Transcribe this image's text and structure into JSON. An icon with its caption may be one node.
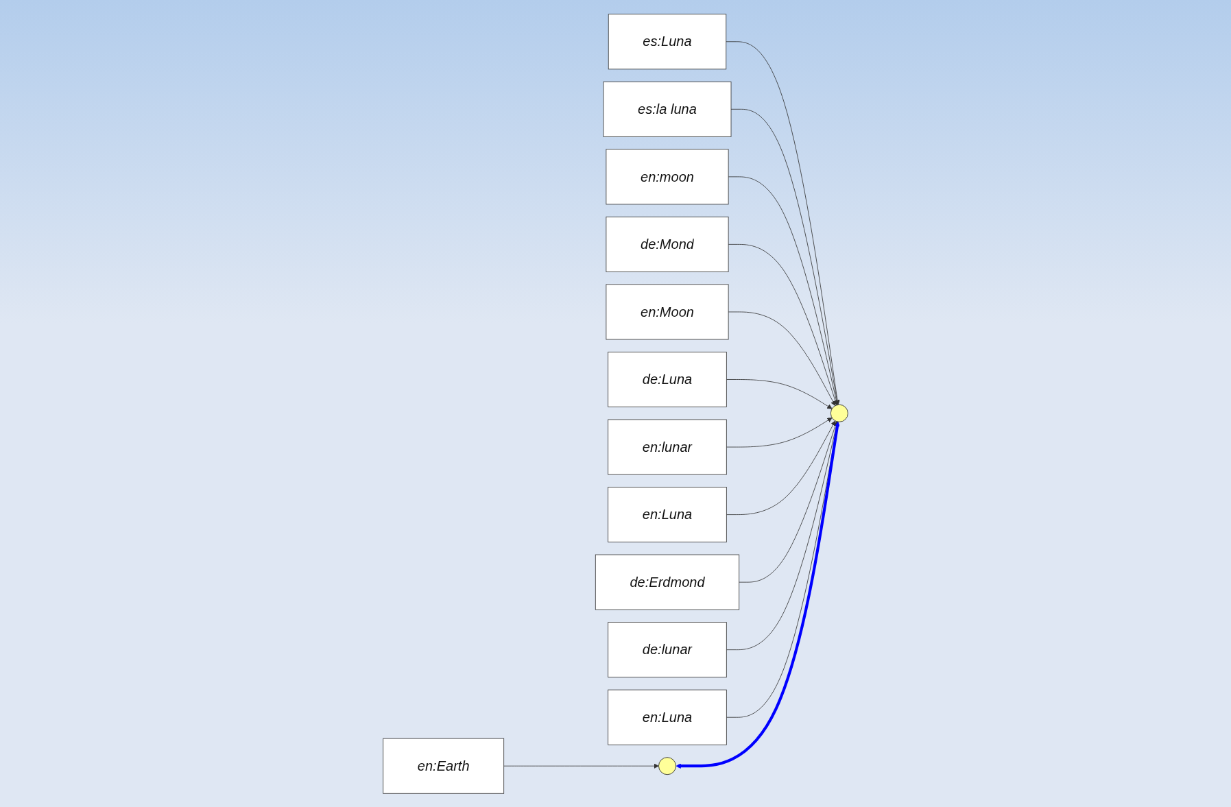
{
  "diagram": {
    "nodes": [
      {
        "text": [
          "en:Earth"
        ]
      },
      {
        "text": [
          "es:la luna"
        ]
      },
      {
        "text": [
          "es:Luna"
        ]
      },
      {
        "text": [
          "en:moon"
        ]
      },
      {
        "text": [],
        "shape": "circle"
      },
      {
        "text": [
          "de:Mond"
        ]
      },
      {
        "text": [
          "en:Moon"
        ]
      },
      {
        "text": [],
        "shape": "circle"
      },
      {
        "text": [
          "de:Luna"
        ]
      },
      {
        "text": [
          "en:lunar"
        ]
      },
      {
        "text": [
          "en:Luna"
        ]
      },
      {
        "text": [
          "de:Erdmond"
        ]
      },
      {
        "text": [
          "de:lunar"
        ]
      },
      {
        "text": [
          "en:Luna"
        ]
      }
    ],
    "edges": [
      {
        "from": 0,
        "to": 4,
        "arrow": "to"
      },
      {
        "from": 2,
        "to": 7,
        "arrow": "to"
      },
      {
        "from": 1,
        "to": 7,
        "arrow": "to"
      },
      {
        "from": 3,
        "to": 7,
        "arrow": "to"
      },
      {
        "from": 5,
        "to": 7,
        "arrow": "to"
      },
      {
        "from": 6,
        "to": 7,
        "arrow": "to"
      },
      {
        "from": 8,
        "to": 7,
        "arrow": "to"
      },
      {
        "from": 9,
        "to": 7,
        "arrow": "to"
      },
      {
        "from": 10,
        "to": 7,
        "arrow": "to"
      },
      {
        "from": 11,
        "to": 7,
        "arrow": "to"
      },
      {
        "from": 12,
        "to": 7,
        "arrow": "to"
      },
      {
        "from": 13,
        "to": 7,
        "arrow": "to"
      },
      {
        "from": 4,
        "to": 7,
        "arrow": "both",
        "style": "thick",
        "color": "#0000ff"
      }
    ]
  }
}
